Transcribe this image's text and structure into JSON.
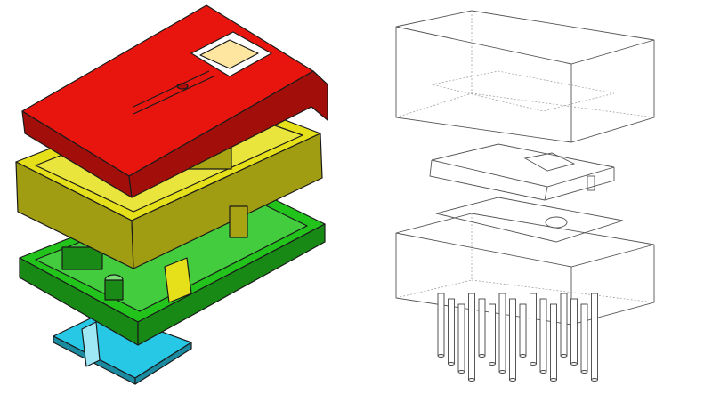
{
  "figure": {
    "left_view": {
      "parts": [
        {
          "name": "lid",
          "color": "#e8150f"
        },
        {
          "name": "upper-housing",
          "color": "#e6e01a"
        },
        {
          "name": "base-tray",
          "color": "#22c41c"
        },
        {
          "name": "bottom-cover",
          "color": "#27c7e6"
        }
      ]
    },
    "right_view": {
      "style": "hidden-line wireframe",
      "line_color": "#555555",
      "pin_count": 16
    }
  }
}
